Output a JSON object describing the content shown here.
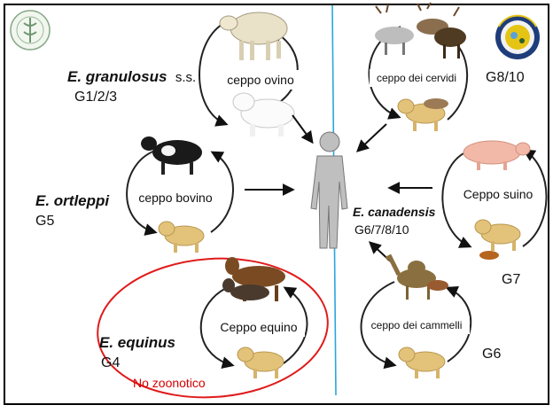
{
  "cycles": {
    "granulosus": {
      "species": "E. granulosus",
      "suffix": "s.s.",
      "genotypes": "G1/2/3",
      "strain": "ceppo ovino"
    },
    "cervids": {
      "strain": "ceppo dei cervidi",
      "genotypes": "G8/10"
    },
    "ortleppi": {
      "species": "E. ortleppi",
      "genotypes": "G5",
      "strain": "ceppo bovino"
    },
    "pig": {
      "strain": "Ceppo suino",
      "genotypes": "G7"
    },
    "canadensis": {
      "species": "E. canadensis",
      "genotypes": "G6/7/8/10"
    },
    "equinus": {
      "species": "E. equinus",
      "genotypes": "G4",
      "strain": "Ceppo equino",
      "note": "No zoonotico"
    },
    "camel": {
      "strain": "ceppo dei cammelli",
      "genotypes": "G6"
    }
  },
  "colors": {
    "divider": "#2aa6dd",
    "highlight_ellipse": "#e01b1b",
    "note_text": "#d40000",
    "border": "#000000"
  },
  "icons": [
    "iss-logo-icon",
    "circular-logo-icon",
    "sheep-icon",
    "sheepdog-icon",
    "deer-group-icon",
    "dog-icon",
    "cow-icon",
    "pig-icon",
    "horse-pony-icon",
    "camel-icon",
    "human-silhouette-icon"
  ]
}
